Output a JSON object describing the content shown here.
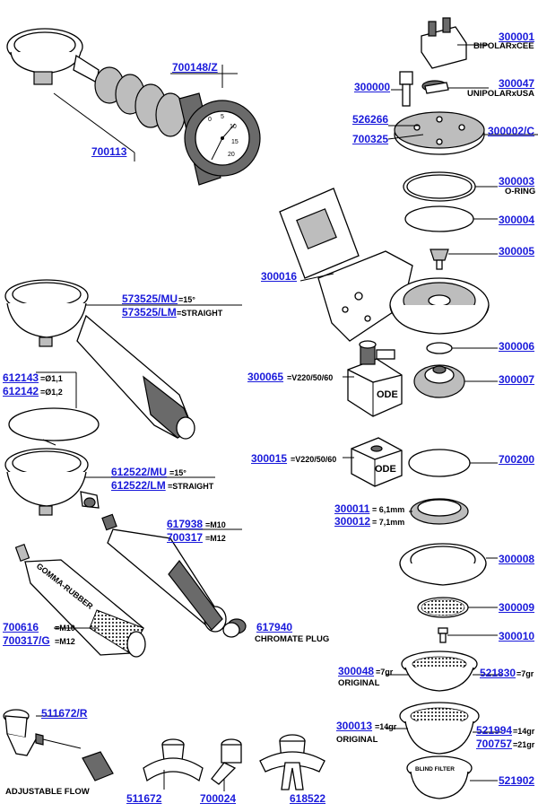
{
  "labels": {
    "l700148": "700148/Z",
    "l700113": "700113",
    "l300001": "300001",
    "bipolar": "BIPOLARxCEE",
    "l300000": "300000",
    "l300047": "300047",
    "unipolar": "UNIPOLARxUSA",
    "l526266": "526266",
    "l700325": "700325",
    "l300002": "300002/C",
    "l300003": "300003",
    "oring": "O-RING",
    "l300004": "300004",
    "l300005": "300005",
    "l300016": "300016",
    "l573525mu": "573525/MU",
    "s573525mu": "=15°",
    "l573525lm": "573525/LM",
    "s573525lm": "=STRAIGHT",
    "l612143": "612143",
    "s612143": "=Ø1,1",
    "l612142": "612142",
    "s612142": "=Ø1,2",
    "l300065": "300065",
    "s300065": "=V220/50/60",
    "l300006": "300006",
    "l300007": "300007",
    "l300015": "300015",
    "s300015": "=V220/50/60",
    "l700200": "700200",
    "l612522mu": "612522/MU",
    "s612522mu": "=15°",
    "l612522lm": "612522/LM",
    "s612522lm": "=STRAIGHT",
    "l300011": "300011",
    "s300011": "= 6,1mm",
    "l300012": "300012",
    "s300012": "= 7,1mm",
    "l617938": "617938",
    "s617938": "=M10",
    "l700317": "700317",
    "s700317": "=M12",
    "l300008": "300008",
    "l300009": "300009",
    "l700616": "700616",
    "s700616": "=M10",
    "l700317g": "700317/G",
    "s700317g": "=M12",
    "l617940": "617940",
    "chromate": "CHROMATE PLUG",
    "l300010": "300010",
    "l300048": "300048",
    "s300048": "=7gr",
    "original1": "ORIGINAL",
    "l521830": "521830",
    "s521830": "=7gr",
    "l511672r": "511672/R",
    "l300013": "300013",
    "s300013": "=14gr",
    "original2": "ORIGINAL",
    "l521994": "521994",
    "s521994": "=14gr",
    "l700757": "700757",
    "s700757": "=21gr",
    "adjustable": "ADJUSTABLE FLOW",
    "l511672": "511672",
    "l700024": "700024",
    "l618522": "618522",
    "l521902": "521902"
  },
  "part_text": {
    "ode1": "ODE",
    "ode2": "ODE",
    "gomma": "GOMMA-RUBBER",
    "blind": "BLIND FILTER",
    "gauge_ticks": [
      "0",
      "5",
      "10",
      "15",
      "20"
    ]
  },
  "colors": {
    "link": "#1a1adb",
    "line": "#000000",
    "shade": "#bdbdbd",
    "dark": "#6a6a6a"
  }
}
